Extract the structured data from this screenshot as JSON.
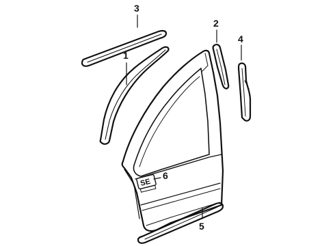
{
  "diagram": {
    "callouts": [
      {
        "id": "callout-1",
        "label": "1"
      },
      {
        "id": "callout-2",
        "label": "2"
      },
      {
        "id": "callout-3",
        "label": "3"
      },
      {
        "id": "callout-4",
        "label": "4"
      },
      {
        "id": "callout-5",
        "label": "5"
      },
      {
        "id": "callout-6",
        "label": "6"
      }
    ],
    "emblem": {
      "text": "SE"
    }
  }
}
